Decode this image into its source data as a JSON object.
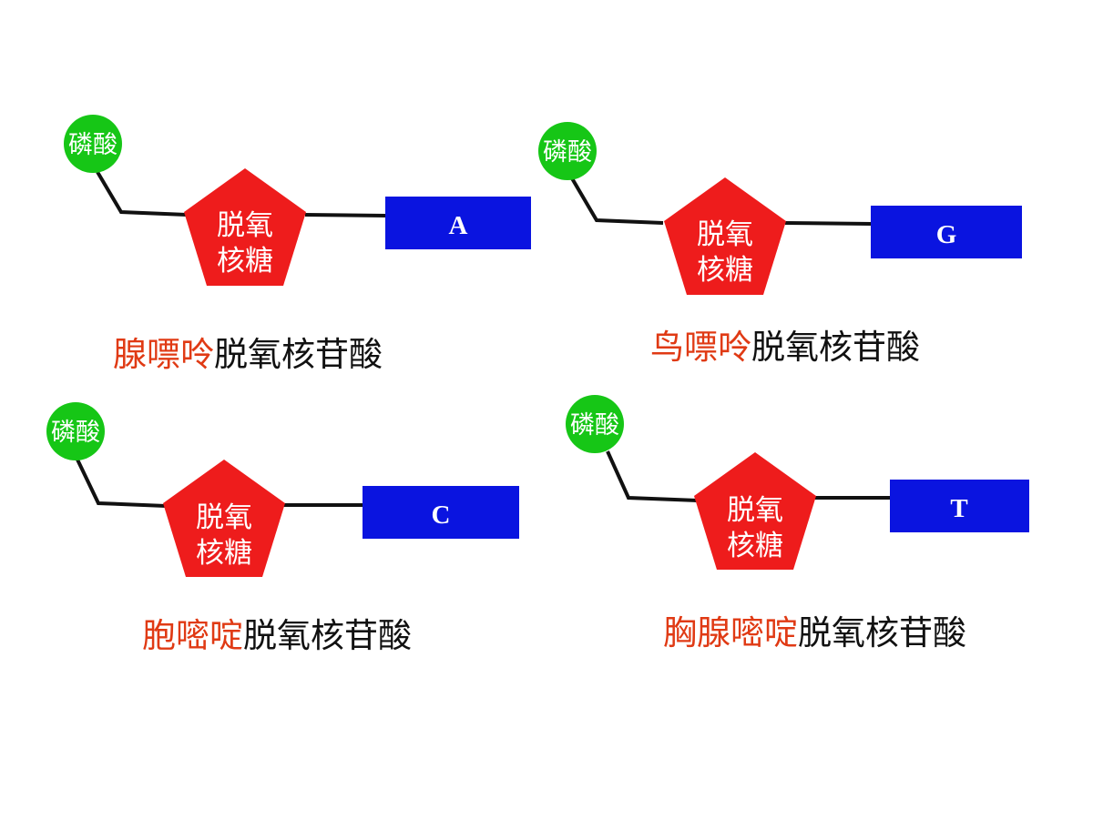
{
  "labels": {
    "phosphate": "磷酸",
    "sugar_line1": "脱氧",
    "sugar_line2": "核糖"
  },
  "colors": {
    "phosphate": "#16c616",
    "sugar": "#ee1c1c",
    "base": "#0a14e0",
    "base_prefix_text": "#e03a14",
    "suffix_text": "#111111",
    "bond": "#111111"
  },
  "nucleotides": [
    {
      "base": "A",
      "name_prefix": "腺嘌呤",
      "name_suffix": "脱氧核苷酸"
    },
    {
      "base": "G",
      "name_prefix": "鸟嘌呤",
      "name_suffix": "脱氧核苷酸"
    },
    {
      "base": "C",
      "name_prefix": "胞嘧啶",
      "name_suffix": "脱氧核苷酸"
    },
    {
      "base": "T",
      "name_prefix": "胸腺嘧啶",
      "name_suffix": "脱氧核苷酸"
    }
  ]
}
